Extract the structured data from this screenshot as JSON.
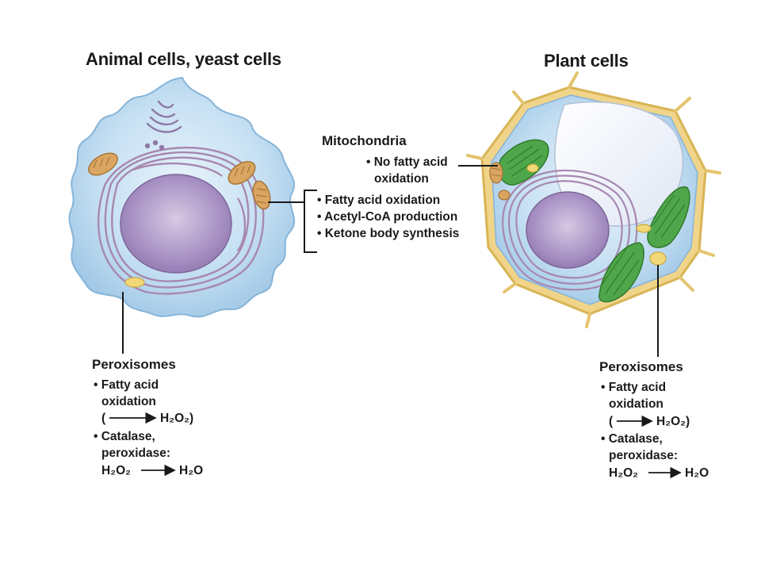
{
  "animal": {
    "title": "Animal cells, yeast cells",
    "peroxisomes": {
      "title": "Peroxisomes",
      "line1": "• Fatty acid",
      "line2": "oxidation",
      "line3_open": "(",
      "line3_close": ")",
      "line4": "• Catalase,",
      "line5": "peroxidase:",
      "h2o2": "H₂O₂",
      "h2o": "H₂O"
    }
  },
  "plant": {
    "title": "Plant cells",
    "peroxisomes": {
      "title": "Peroxisomes",
      "line1": "• Fatty acid",
      "line2": "oxidation",
      "line3_open": "(",
      "line3_close": ")",
      "line4": "• Catalase,",
      "line5": "peroxidase:",
      "h2o2": "H₂O₂",
      "h2o": "H₂O"
    }
  },
  "mitochondria": {
    "title": "Mitochondria",
    "plant_note_1": "• No fatty acid",
    "plant_note_2": "oxidation",
    "animal_items": [
      "• Fatty acid oxidation",
      "• Acetyl-CoA production",
      "• Ketone body synthesis"
    ]
  },
  "colors": {
    "cytoplasm": "#b9d9f0",
    "nucleus": "#a58fc0",
    "er": "#9c7fa8",
    "mitochondrion": "#d9a560",
    "peroxisome": "#f2d878",
    "chloroplast": "#4fa64a",
    "cell_wall": "#f0d48a",
    "vacuole": "#f3f5fb"
  }
}
